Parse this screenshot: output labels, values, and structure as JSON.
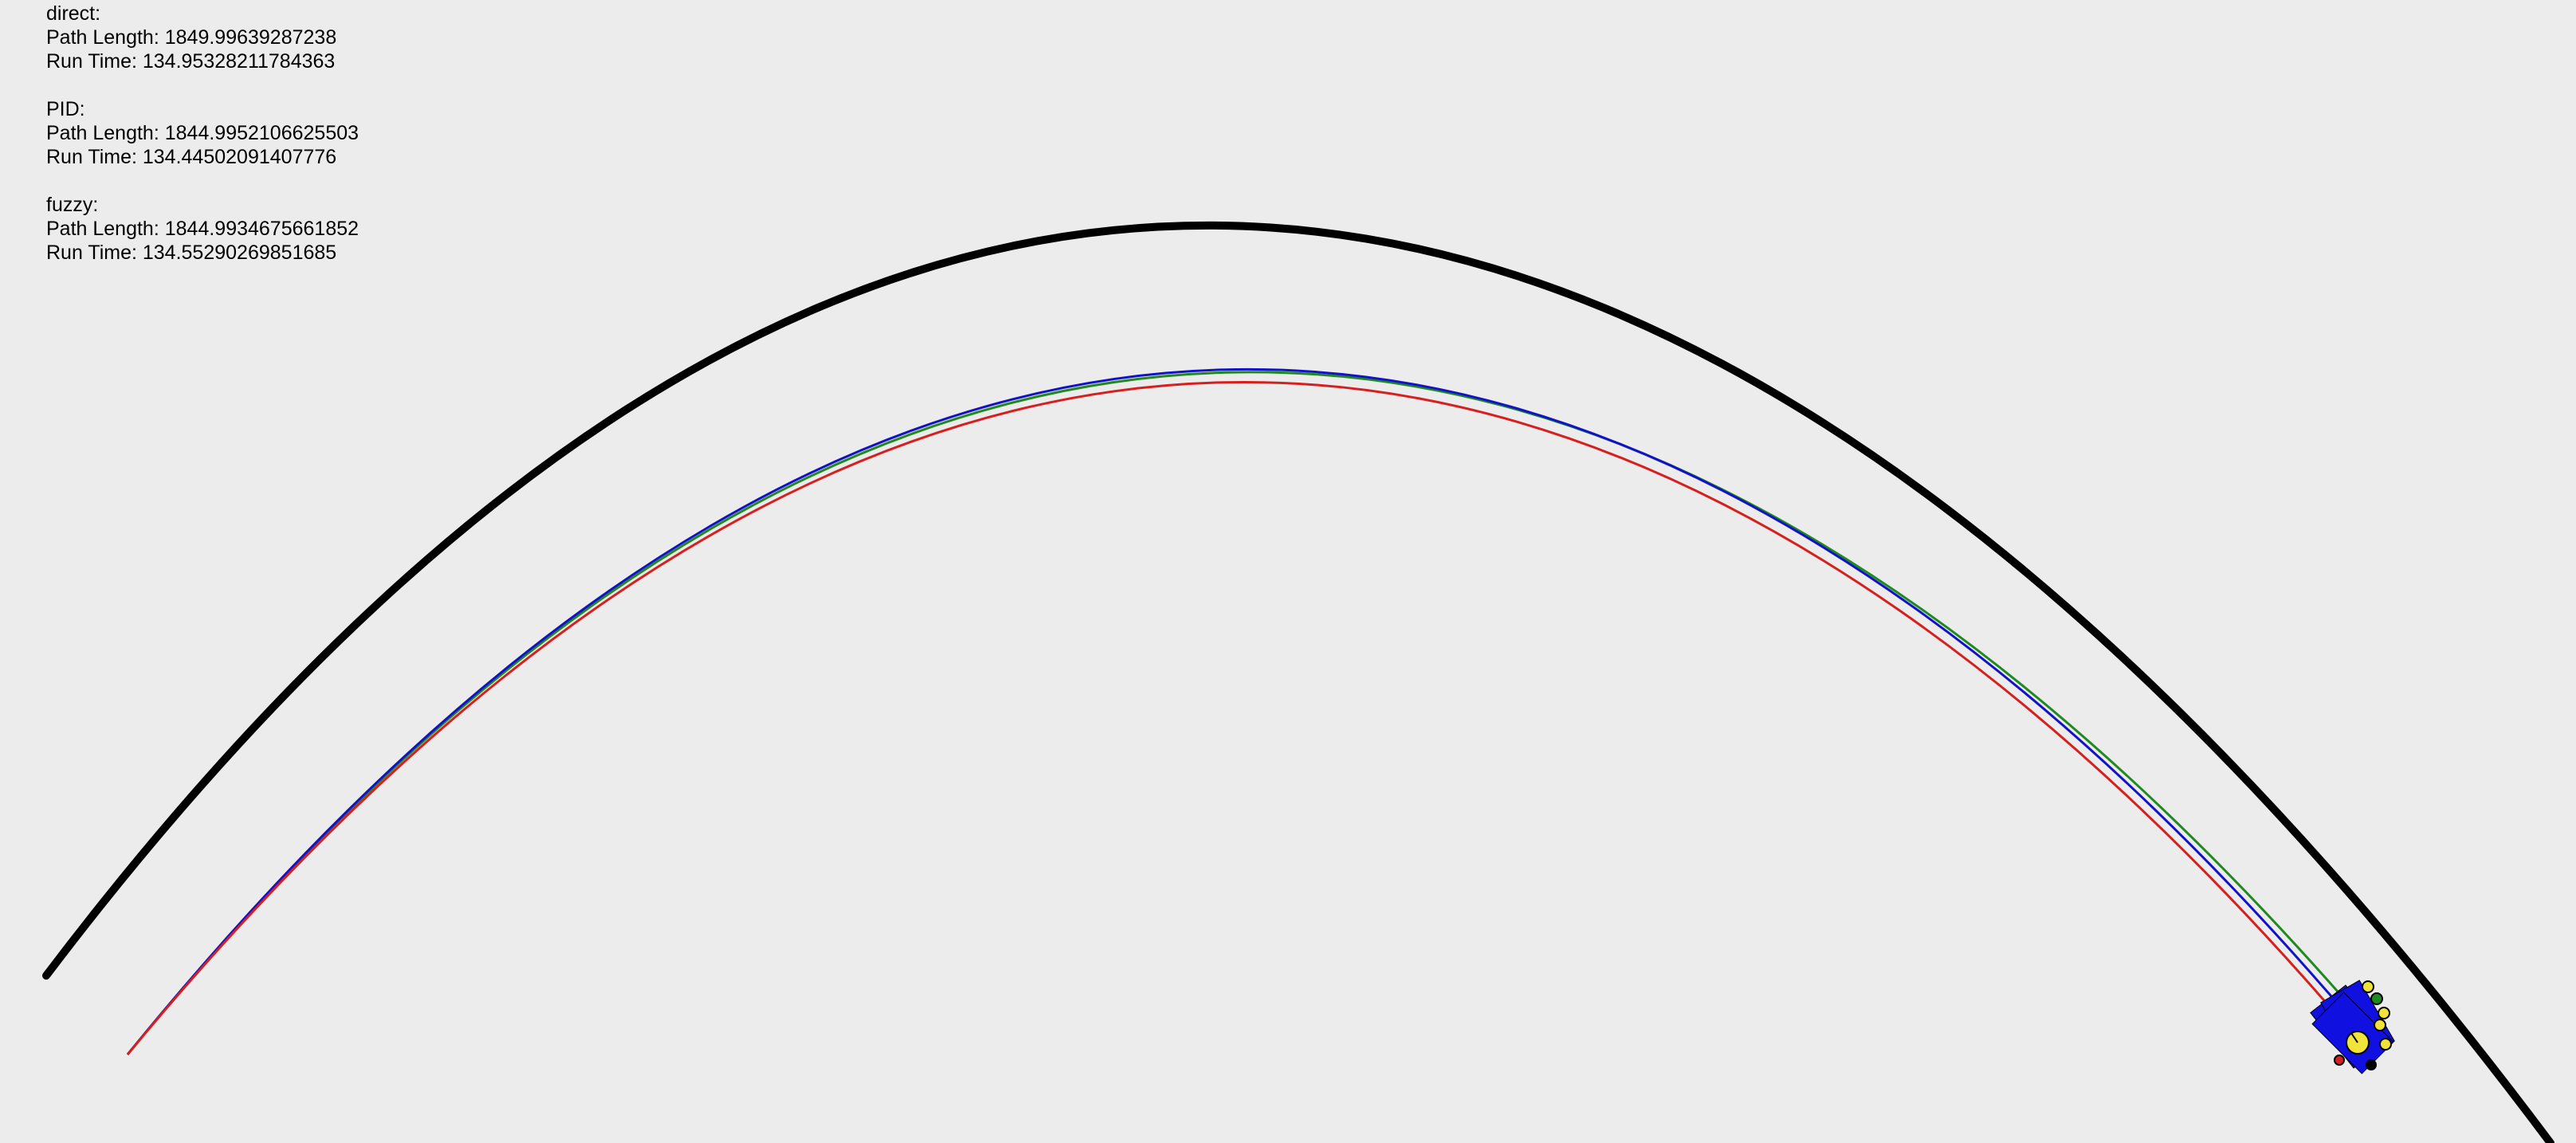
{
  "stats": [
    {
      "name": "direct:",
      "path_length": "Path Length: 1849.99639287238",
      "run_time": "Run Time: 134.95328211784363",
      "color": "#d62020"
    },
    {
      "name": "PID:",
      "path_length": "Path Length: 1844.9952106625503",
      "run_time": "Run Time: 134.44502091407776",
      "color": "#1f8a1f"
    },
    {
      "name": "fuzzy:",
      "path_length": "Path Length: 1844.9934675661852",
      "run_time": "Run Time: 134.55290269851685",
      "color": "#1212c8"
    }
  ],
  "colors": {
    "background": "#ececec",
    "track": "#000000",
    "robot_body": "#1010e0",
    "sensor": "#f2e33a"
  }
}
